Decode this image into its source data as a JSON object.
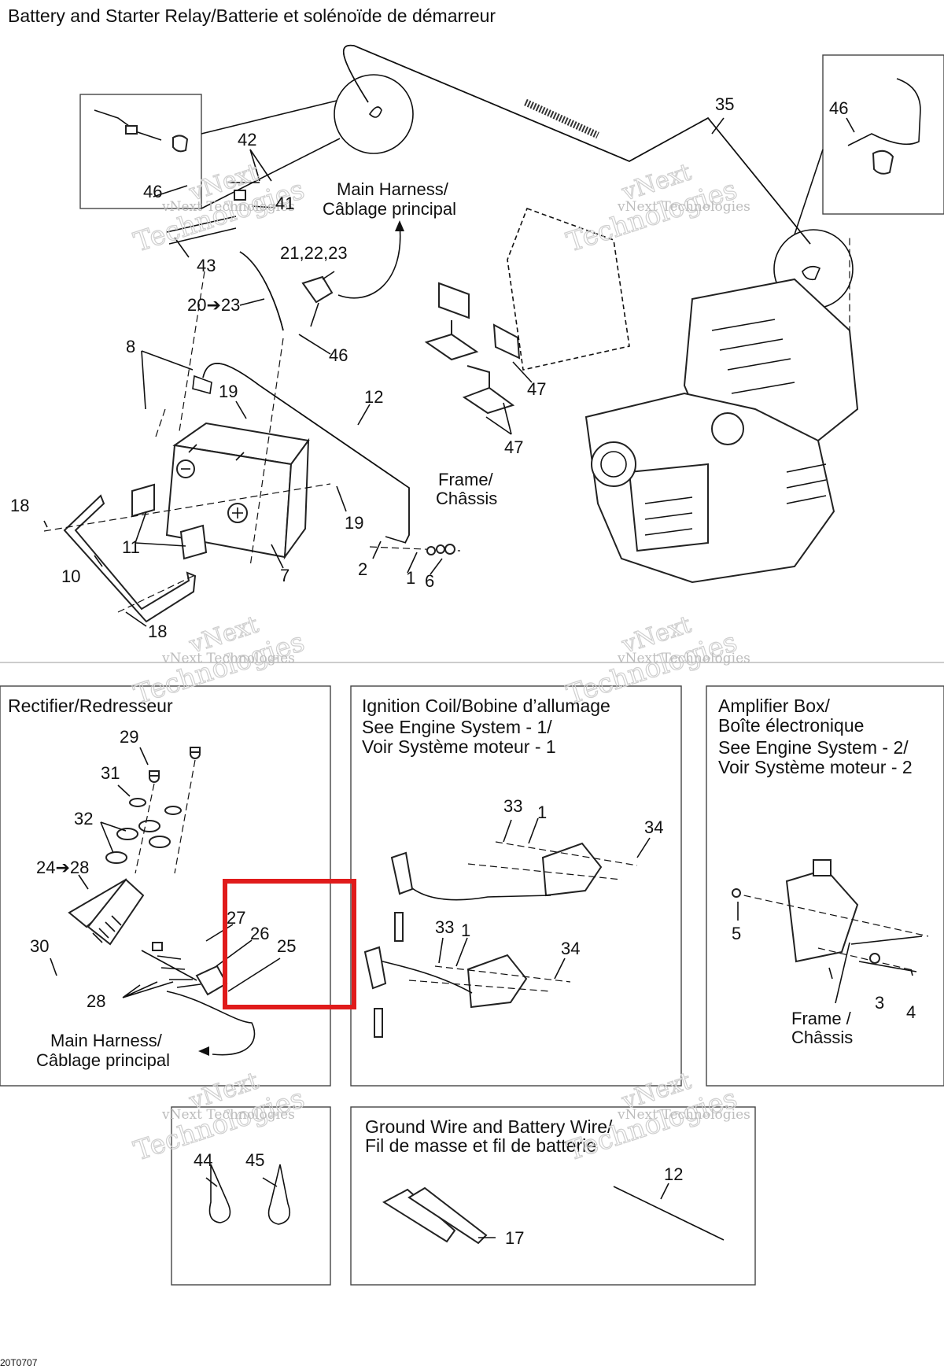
{
  "sections": {
    "battery": {
      "title": "Battery and Starter Relay/Batterie et solénoïde de démarreur"
    },
    "rectifier": {
      "title": "Rectifier/Redresseur"
    },
    "ignition": {
      "title_line1": "Ignition Coil/Bobine d’allumage",
      "title_line2": "See Engine System - 1/",
      "title_line3": "Voir Système moteur - 1"
    },
    "amplifier": {
      "title_line1": "Amplifier Box/",
      "title_line2": "Boîte électronique",
      "title_line3": "See Engine System - 2/",
      "title_line4": "Voir Système moteur - 2"
    },
    "ground": {
      "title_line1": "Ground Wire and Battery Wire/",
      "title_line2": "Fil de masse et fil de batterie"
    }
  },
  "callouts": {
    "main_harness_top_1": "Main Harness/",
    "main_harness_top_2": "Câblage principal",
    "frame_1": "Frame/",
    "frame_2": "Châssis",
    "main_harness_rect_1": "Main Harness/",
    "main_harness_rect_2": "Câblage principal",
    "frame_amp_1": "Frame /",
    "frame_amp_2": "Châssis"
  },
  "parts": {
    "p46a": "46",
    "p42": "42",
    "p41": "41",
    "p43": "43",
    "p2123": "21,22,23",
    "p2023": "20➔23",
    "p46b": "46",
    "p8": "8",
    "p19a": "19",
    "p12a": "12",
    "p18a": "18",
    "p11": "11",
    "p10": "10",
    "p18b": "18",
    "p7": "7",
    "p19b": "19",
    "p2": "2",
    "p1": "1",
    "p6": "6",
    "p35": "35",
    "p46c": "46",
    "p47a": "47",
    "p47b": "47",
    "p29": "29",
    "p31": "31",
    "p32": "32",
    "p2428": "24➔28",
    "p30": "30",
    "p28": "28",
    "p27": "27",
    "p26": "26",
    "p25": "25",
    "p33a": "33",
    "p1a": "1",
    "p34a": "34",
    "p33b": "33",
    "p1b": "1",
    "p34b": "34",
    "p5": "5",
    "p3": "3",
    "p4": "4",
    "p44": "44",
    "p45": "45",
    "p17": "17",
    "p12b": "12"
  },
  "watermark": {
    "line1": "vNext",
    "line2": "Technologies",
    "small": "vNext Technologies"
  },
  "footer": {
    "code": "20T0707"
  },
  "highlight": {
    "color": "#e01b1b"
  }
}
